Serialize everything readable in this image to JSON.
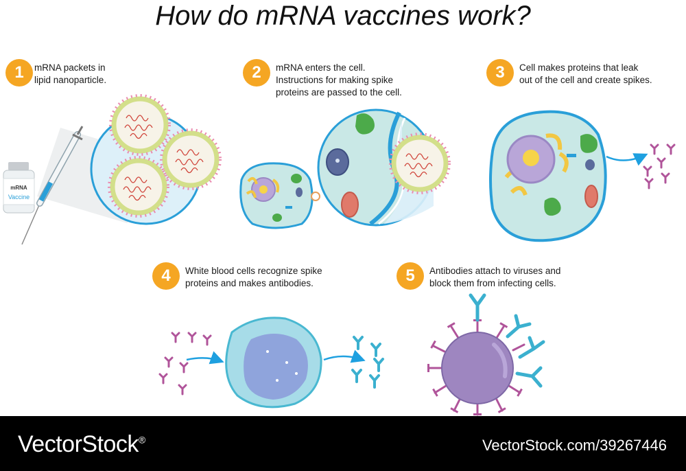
{
  "title": "How do mRNA vaccines work?",
  "steps": [
    {
      "number": "1",
      "text": "mRNA packets in\nlipid nanoparticle."
    },
    {
      "number": "2",
      "text": "mRNA enters the cell.\nInstructions for making spike\nproteins are passed to the cell."
    },
    {
      "number": "3",
      "text": "Cell makes proteins that leak\nout of the cell and create spikes."
    },
    {
      "number": "4",
      "text": "White blood cells recognize spike\nproteins and makes antibodies."
    },
    {
      "number": "5",
      "text": "Antibodies attach to viruses and\nblock them from infecting cells."
    }
  ],
  "vial": {
    "line1": "mRNA",
    "line2": "Vaccine"
  },
  "footer": {
    "brand": "VectorStock",
    "trademark": "®",
    "url": "VectorStock.com/39267446"
  },
  "colors": {
    "badge": "#f5a623",
    "membrane": "#2a9fd8",
    "cytoplasm": "#c9e8e6",
    "nucleus": "#b9a6d8",
    "spike": "#b0549a",
    "antibody": "#3bb0cf",
    "arrow": "#1ea0e0"
  }
}
